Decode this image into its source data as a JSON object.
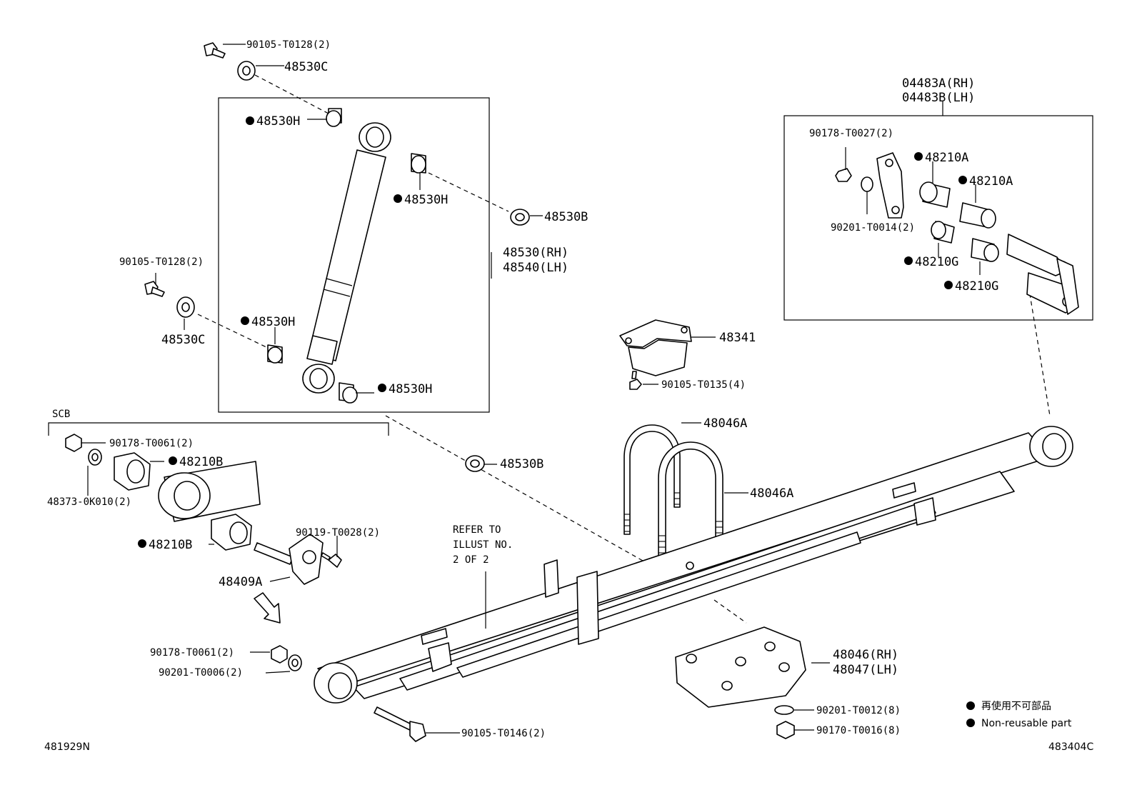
{
  "labels": {
    "bolt_top": "90105-T0128(2)",
    "washer_top": "48530C",
    "bush_h1": "48530H",
    "bush_h2": "48530H",
    "washer_b1": "48530B",
    "absorber_rh": "48530(RH)",
    "absorber_lh": "48540(LH)",
    "bolt_left": "90105-T0128(2)",
    "washer_left": "48530C",
    "bush_h3": "48530H",
    "bush_h4": "48530H",
    "shackle_rh": "04483A(RH)",
    "shackle_lh": "04483B(LH)",
    "nut_shackle": "90178-T0027(2)",
    "bush_a1": "48210A",
    "bush_a2": "48210A",
    "washer_shackle": "90201-T0014(2)",
    "bush_g1": "48210G",
    "bush_g2": "48210G",
    "bumper": "48341",
    "bumper_bolt": "90105-T0135(4)",
    "ubolt1": "48046A",
    "ubolt2": "48046A",
    "scb": "SCB",
    "nut_scb": "90178-T0061(2)",
    "bush_b1": "48210B",
    "washer_scb": "48373-0K010(2)",
    "bolt_scb": "90119-T0028(2)",
    "bush_b2": "48210B",
    "pin": "48409A",
    "washer_b2": "48530B",
    "refer_1": "REFER TO",
    "refer_2": "ILLUST NO.",
    "refer_3": "2 OF 2",
    "nut_front": "90178-T0061(2)",
    "washer_front": "90201-T0006(2)",
    "bolt_front": "90105-T0146(2)",
    "seat_rh": "48046(RH)",
    "seat_lh": "48047(LH)",
    "washer_seat": "90201-T0012(8)",
    "nut_seat": "90170-T0016(8)"
  },
  "legend": {
    "item_jp": "再使用不可部品",
    "item_en": "Non-reusable part"
  },
  "codes": {
    "left": "481929N",
    "right": "483404C"
  }
}
